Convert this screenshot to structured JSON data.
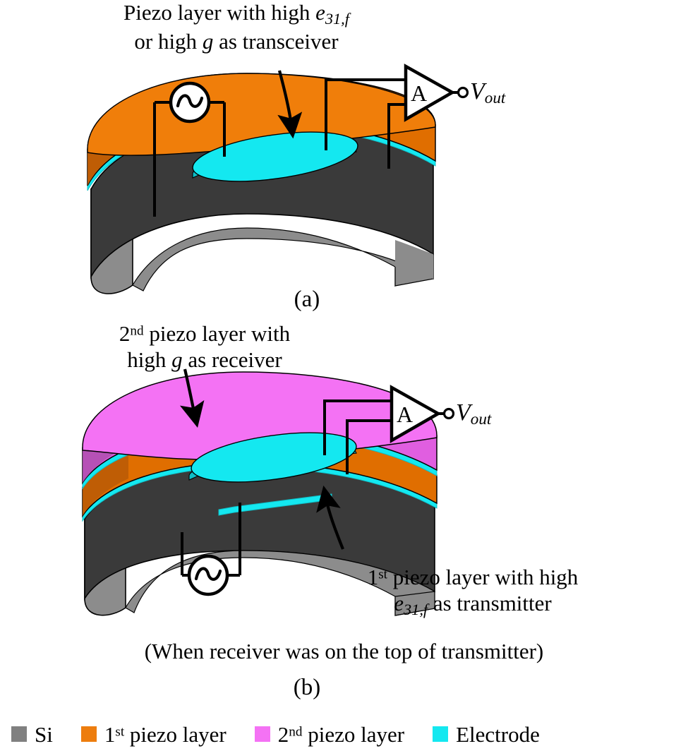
{
  "figure": {
    "title": "Piezoelectric transceiver cross-section schematics",
    "panels": [
      {
        "id": "a",
        "label": "(a)",
        "annotations": [
          {
            "name": "piezo-transceiver-note",
            "line1_pre": "Piezo layer with high ",
            "line1_sym": "e",
            "line1_sub": "31,f",
            "line2_pre": "or high ",
            "line2_sym": "g",
            "line2_post": " as transceiver"
          }
        ],
        "amplifier_label": "A",
        "output_label_main": "V",
        "output_label_sub": "out",
        "source_symbol": "ac-source",
        "layers": [
          "1st piezo layer",
          "Electrode",
          "Si"
        ]
      },
      {
        "id": "b",
        "label": "(b)",
        "annotations": [
          {
            "name": "second-piezo-receiver-note",
            "line1_num": "2",
            "line1_ord": "nd",
            "line1_post": " piezo layer with",
            "line2_pre": "high ",
            "line2_sym": "g",
            "line2_post": " as receiver"
          },
          {
            "name": "first-piezo-transmitter-note",
            "line1_num": "1",
            "line1_ord": "st",
            "line1_post": " piezo layer with high",
            "line2_sym": "e",
            "line2_sub": "31,f",
            "line2_post": " as transmitter"
          }
        ],
        "caption": "(When receiver was on the top of transmitter)",
        "amplifier_label": "A",
        "output_label_main": "V",
        "output_label_sub": "out",
        "source_symbol": "ac-source",
        "layers": [
          "2nd piezo layer",
          "Electrode",
          "1st piezo layer",
          "Electrode",
          "Si"
        ]
      }
    ]
  },
  "legend": {
    "items": [
      {
        "label": "Si",
        "color": "#808080",
        "sup": ""
      },
      {
        "label": " piezo layer",
        "color": "#ED7D0E",
        "num": "1",
        "sup": "st"
      },
      {
        "label": " piezo layer",
        "color": "#F472F4",
        "num": "2",
        "sup": "nd"
      },
      {
        "label": "Electrode",
        "color": "#14E8F0",
        "sup": ""
      }
    ]
  },
  "colors": {
    "si_light": "#8C8C8C",
    "si_dark": "#3A3A3A",
    "si_mid": "#6E6E6E",
    "piezo1_top": "#F07E0A",
    "piezo1_side": "#E06E00",
    "piezo1_dark": "#B85A06",
    "piezo2_top": "#F472F4",
    "piezo2_side": "#E05EE0",
    "piezo2_dark": "#AE4FAE",
    "electrode": "#14E8F0",
    "electrode_dark": "#0FBEC6",
    "outline": "#000000",
    "background": "#FFFFFF"
  }
}
